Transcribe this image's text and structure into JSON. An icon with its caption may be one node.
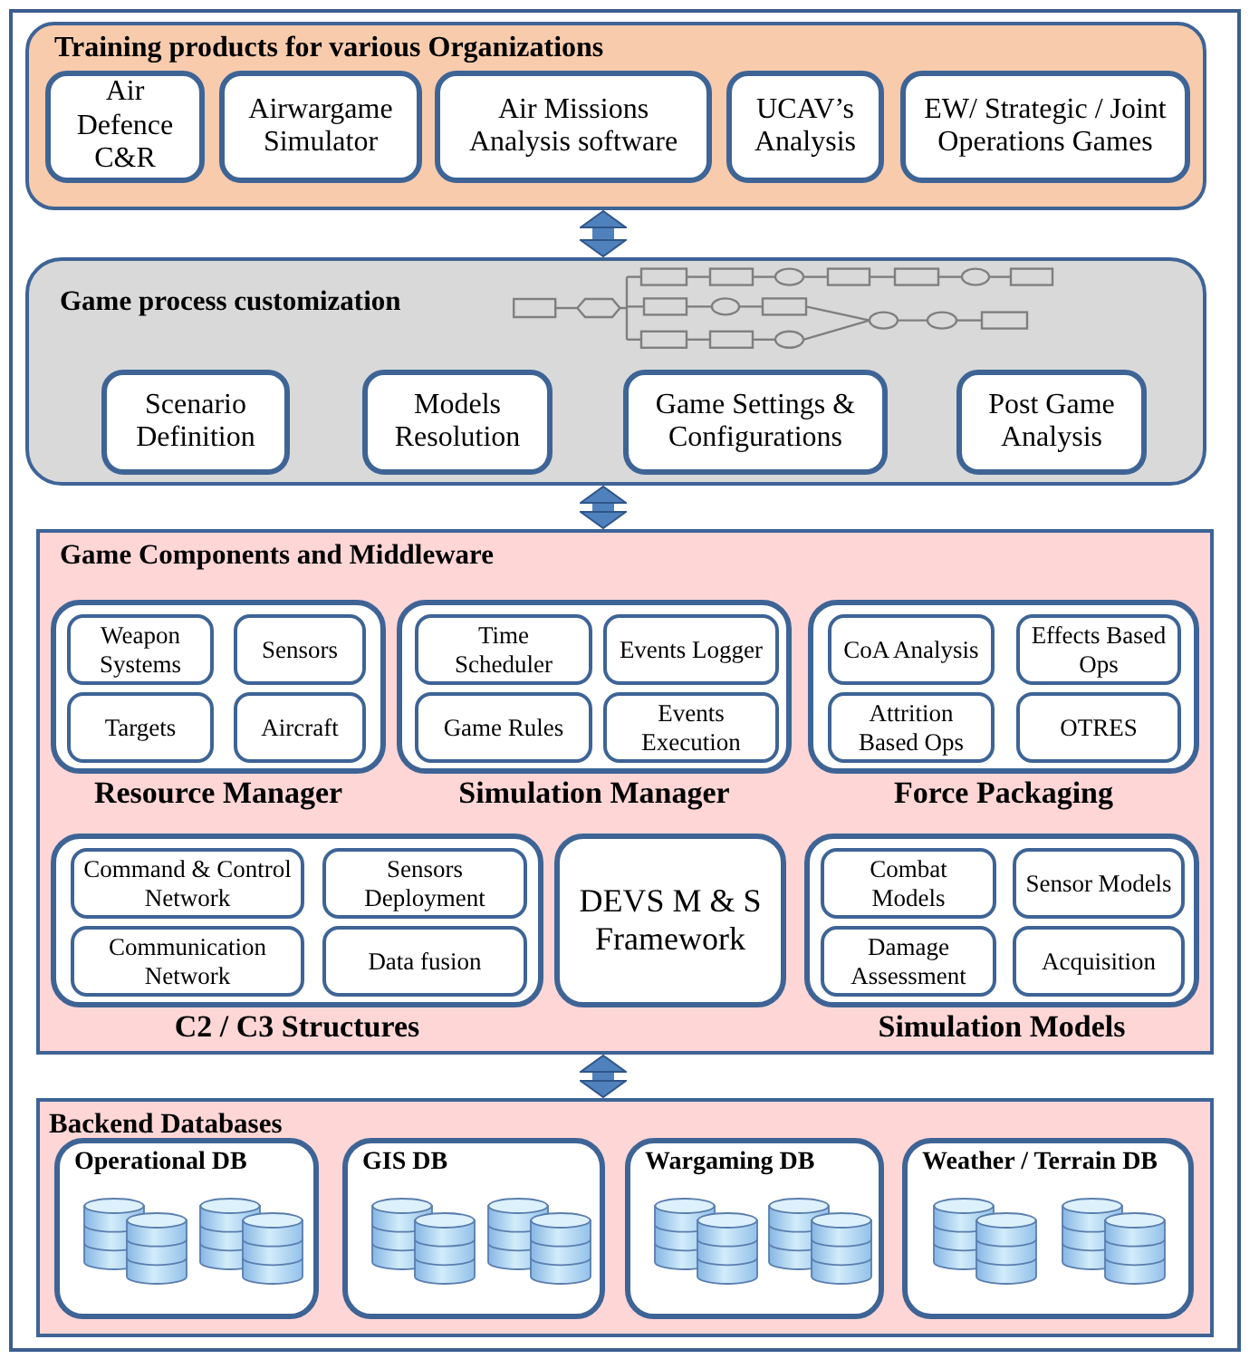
{
  "diagram": {
    "nodes": [
      {
        "text": [
          "Training products for various Organizations"
        ]
      },
      {
        "text": [
          "Air Defence C&R"
        ],
        "in": 0
      },
      {
        "text": [
          "Airwargame Simulator"
        ],
        "in": 0
      },
      {
        "text": [
          "Air Missions Analysis software"
        ],
        "in": 0
      },
      {
        "text": [
          "UCAV’s Analysis"
        ],
        "in": 0
      },
      {
        "text": [
          "EW/ Strategic / Joint Operations Games"
        ],
        "in": 0
      },
      {
        "text": [
          "Game process customization"
        ]
      },
      {
        "text": [
          "Scenario Definition"
        ],
        "in": 6
      },
      {
        "text": [
          "Models Resolution"
        ],
        "in": 6
      },
      {
        "text": [
          "Game Settings & Configurations"
        ],
        "in": 6
      },
      {
        "text": [
          "Post Game Analysis"
        ],
        "in": 6
      },
      {
        "text": [
          "Game Components and Middleware"
        ]
      },
      {
        "text": [
          "Resource Manager"
        ],
        "in": 11
      },
      {
        "text": [
          "Weapon Systems"
        ],
        "in": 12
      },
      {
        "text": [
          "Sensors"
        ],
        "in": 12
      },
      {
        "text": [
          "Targets"
        ],
        "in": 12
      },
      {
        "text": [
          "Aircraft"
        ],
        "in": 12
      },
      {
        "text": [
          "Simulation Manager"
        ],
        "in": 11
      },
      {
        "text": [
          "Time Scheduler"
        ],
        "in": 17
      },
      {
        "text": [
          "Events Logger"
        ],
        "in": 17
      },
      {
        "text": [
          "Game Rules"
        ],
        "in": 17
      },
      {
        "text": [
          "Events Execution"
        ],
        "in": 17
      },
      {
        "text": [
          "Force Packaging"
        ],
        "in": 11
      },
      {
        "text": [
          "CoA Analysis"
        ],
        "in": 22
      },
      {
        "text": [
          "Effects Based Ops"
        ],
        "in": 22
      },
      {
        "text": [
          "Attrition Based Ops"
        ],
        "in": 22
      },
      {
        "text": [
          "OTRES"
        ],
        "in": 22
      },
      {
        "text": [
          "C2 / C3 Structures"
        ],
        "in": 11
      },
      {
        "text": [
          "Command & Control Network"
        ],
        "in": 27
      },
      {
        "text": [
          "Sensors Deployment"
        ],
        "in": 27
      },
      {
        "text": [
          "Communication Network"
        ],
        "in": 27
      },
      {
        "text": [
          "Data fusion"
        ],
        "in": 27
      },
      {
        "text": [
          "DEVS M & S Framework"
        ],
        "in": 11
      },
      {
        "text": [
          "Simulation Models"
        ],
        "in": 11
      },
      {
        "text": [
          "Combat Models"
        ],
        "in": 33
      },
      {
        "text": [
          "Sensor Models"
        ],
        "in": 33
      },
      {
        "text": [
          "Damage Assessment"
        ],
        "in": 33
      },
      {
        "text": [
          "Acquisition"
        ],
        "in": 33
      },
      {
        "text": [
          "Backend Databases"
        ]
      },
      {
        "text": [
          "Operational DB"
        ],
        "in": 38
      },
      {
        "text": [
          "GIS DB"
        ],
        "in": 38
      },
      {
        "text": [
          "Wargaming DB"
        ],
        "in": 38
      },
      {
        "text": [
          "Weather / Terrain DB"
        ],
        "in": 38
      }
    ],
    "edges": [
      {
        "from": 0,
        "to": 6,
        "arrow": "both"
      },
      {
        "from": 6,
        "to": 11,
        "arrow": "both"
      },
      {
        "from": 11,
        "to": 38,
        "arrow": "both"
      }
    ]
  }
}
